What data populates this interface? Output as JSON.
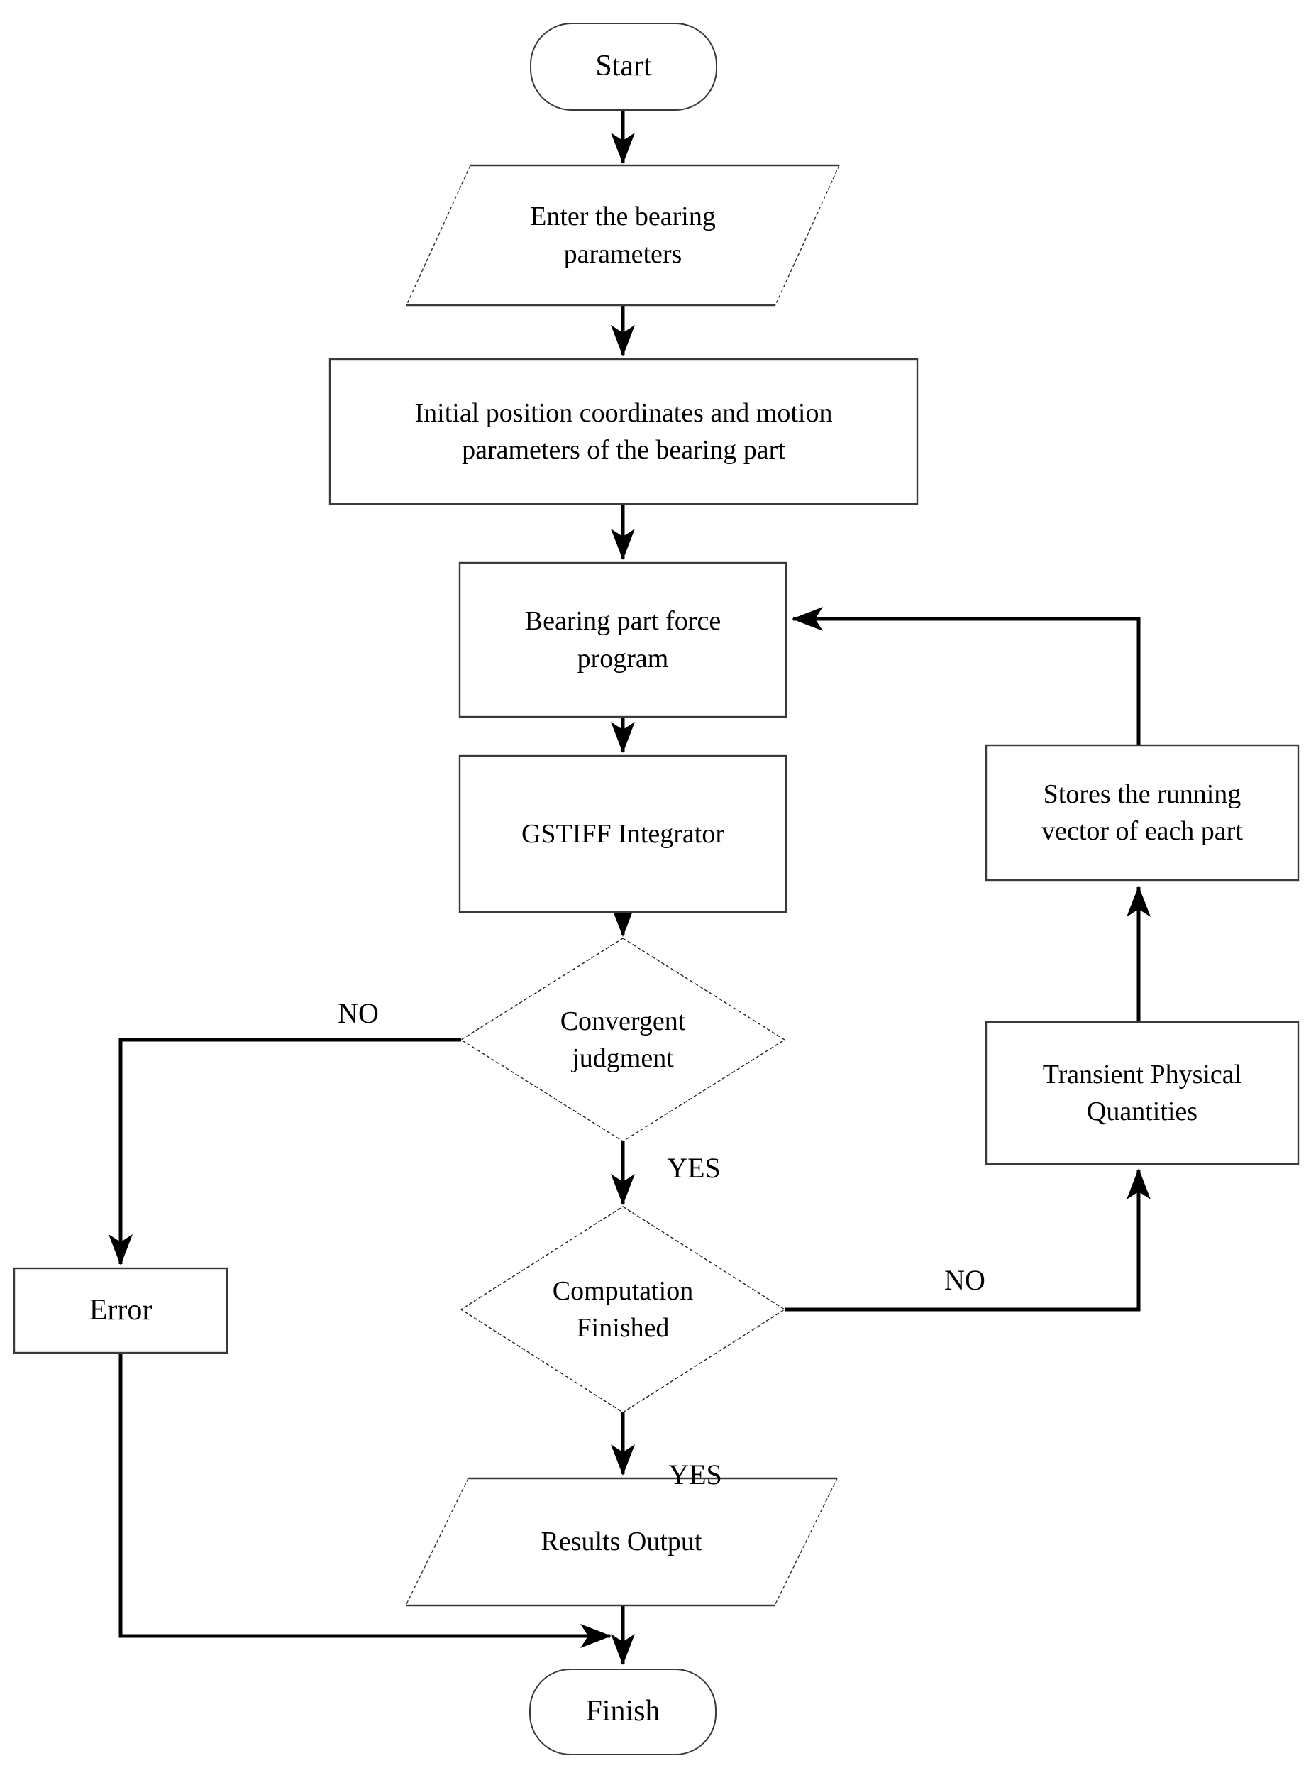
{
  "diagram": {
    "type": "flowchart",
    "colors": {
      "background": "#ffffff",
      "connector": "#000000",
      "box_border": "#3a3a3a",
      "text": "#000000"
    },
    "nodes": {
      "start": {
        "label": "Start",
        "shape": "terminator"
      },
      "enter": {
        "label": "Enter the bearing\nparameters",
        "shape": "parallelogram"
      },
      "init": {
        "label": "Initial position coordinates and motion\nparameters of the bearing part",
        "shape": "process"
      },
      "force": {
        "label": "Bearing part force\nprogram",
        "shape": "process"
      },
      "gstiff": {
        "label": "GSTIFF Integrator",
        "shape": "process"
      },
      "convergent": {
        "label": "Convergent\njudgment",
        "shape": "decision"
      },
      "error": {
        "label": "Error",
        "shape": "process"
      },
      "computation": {
        "label": "Computation\nFinished",
        "shape": "decision"
      },
      "results": {
        "label": "Results Output",
        "shape": "parallelogram"
      },
      "finish": {
        "label": "Finish",
        "shape": "terminator"
      },
      "stores": {
        "label": "Stores the running\nvector of each part",
        "shape": "process"
      },
      "transient": {
        "label": "Transient Physical\nQuantities",
        "shape": "process"
      }
    },
    "edge_labels": {
      "convergent_no": "NO",
      "convergent_yes": "YES",
      "computation_no": "NO",
      "computation_yes": "YES"
    },
    "flow": [
      {
        "from": "Start",
        "to": "Enter the bearing parameters"
      },
      {
        "from": "Enter the bearing parameters",
        "to": "Initial position coordinates and motion parameters of the bearing part"
      },
      {
        "from": "Initial position coordinates and motion parameters of the bearing part",
        "to": "Bearing part force program"
      },
      {
        "from": "Bearing part force program",
        "to": "GSTIFF Integrator"
      },
      {
        "from": "GSTIFF Integrator",
        "to": "Convergent judgment"
      },
      {
        "from": "Convergent judgment",
        "to": "Error",
        "label": "NO"
      },
      {
        "from": "Convergent judgment",
        "to": "Computation Finished",
        "label": "YES"
      },
      {
        "from": "Computation Finished",
        "to": "Transient Physical Quantities",
        "label": "NO"
      },
      {
        "from": "Transient Physical Quantities",
        "to": "Stores the running vector of each part"
      },
      {
        "from": "Stores the running vector of each part",
        "to": "Bearing part force program"
      },
      {
        "from": "Computation Finished",
        "to": "Results Output",
        "label": "YES"
      },
      {
        "from": "Results Output",
        "to": "Finish"
      },
      {
        "from": "Error",
        "to": "Finish"
      }
    ]
  }
}
